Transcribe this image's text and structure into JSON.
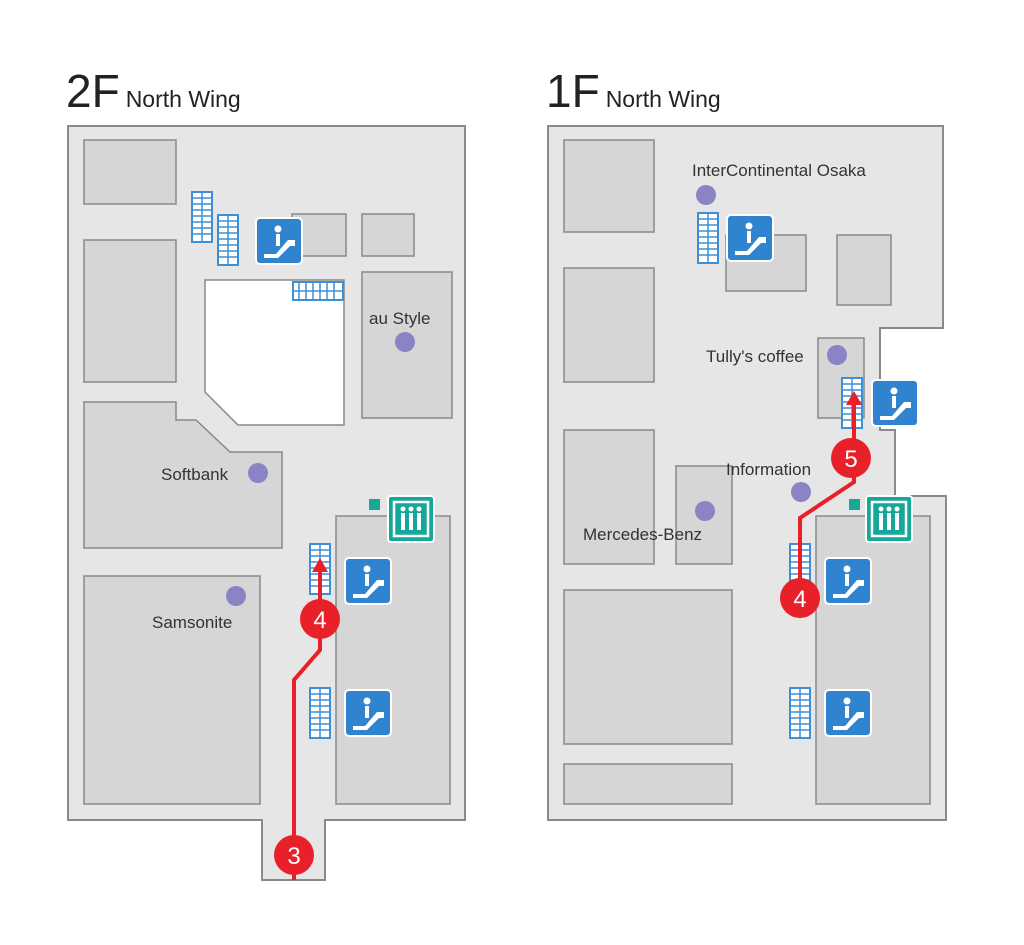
{
  "floors": {
    "left": {
      "level": "2F",
      "wing": "North Wing"
    },
    "right": {
      "level": "1F",
      "wing": "North Wing"
    }
  },
  "labels_2f": {
    "au_style": "au Style",
    "softbank": "Softbank",
    "samsonite": "Samsonite"
  },
  "labels_1f": {
    "intercontinental": "InterContinental Osaka",
    "tullys": "Tully's coffee",
    "information": "Information",
    "mercedes": "Mercedes-Benz"
  },
  "route_steps": {
    "f2_start": "3",
    "f2_mid": "4",
    "f1_mid": "4",
    "f1_end": "5"
  },
  "icons": [
    "escalator-icon",
    "stairs-icon",
    "elevator-icon",
    "poi-marker-icon"
  ],
  "colors": {
    "floor_fill": "#e6e6e6",
    "floor_outline": "#8a8a8a",
    "block_fill": "#d6d6d6",
    "block_outline": "#888888",
    "route": "#e8202a",
    "escalator_blue": "#2f83cf",
    "stairs_blue": "#3f8fd6",
    "elevator_teal": "#15a89a",
    "poi": "#8a84c4"
  }
}
